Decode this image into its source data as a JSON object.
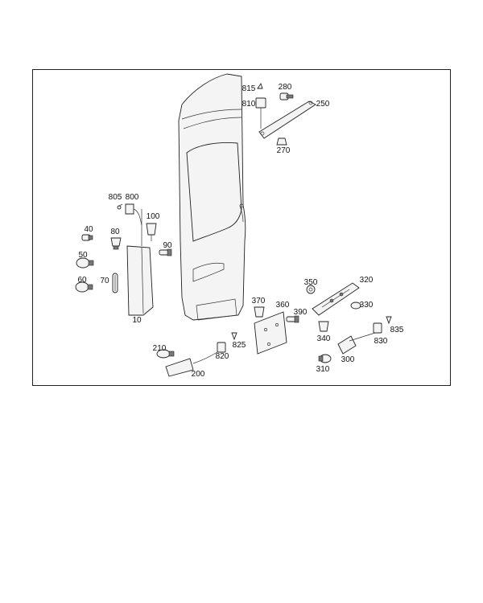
{
  "diagram": {
    "labels": {
      "p10": "10",
      "p40": "40",
      "p50": "50",
      "p60": "60",
      "p70": "70",
      "p80": "80",
      "p90": "90",
      "p100": "100",
      "p200": "200",
      "p210": "210",
      "p250": "250",
      "p270": "270",
      "p280": "280",
      "p300": "300",
      "p310": "310",
      "p320": "320",
      "p330": "330",
      "p340": "340",
      "p350": "350",
      "p360": "360",
      "p370": "370",
      "p390": "390",
      "p800": "800",
      "p805": "805",
      "p810": "810",
      "p815": "815",
      "p820": "820",
      "p825": "825",
      "p830": "830",
      "p835": "835"
    }
  }
}
